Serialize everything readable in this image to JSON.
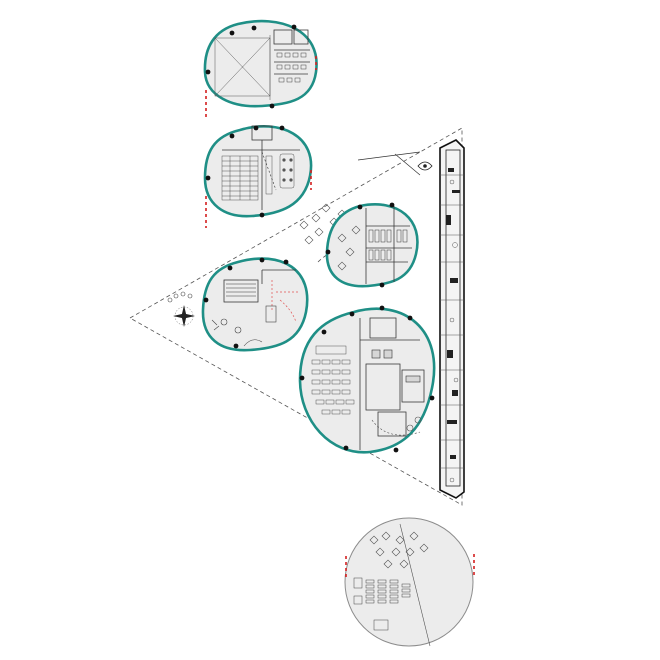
{
  "drawing": {
    "pods": [
      {
        "id": "pod-top",
        "label": ""
      },
      {
        "id": "pod-auditorium",
        "label": ""
      },
      {
        "id": "pod-small-right",
        "label": ""
      },
      {
        "id": "pod-entry",
        "label": ""
      },
      {
        "id": "pod-large",
        "label": ""
      },
      {
        "id": "pod-circle-bottom",
        "label": ""
      }
    ],
    "colors": {
      "pod_outline": "#1f8f86",
      "pod_fill": "#ececec",
      "section_marks": "#d42020",
      "lines": "#333333"
    },
    "icons": [
      "north-arrow-icon",
      "eye-icon"
    ]
  }
}
